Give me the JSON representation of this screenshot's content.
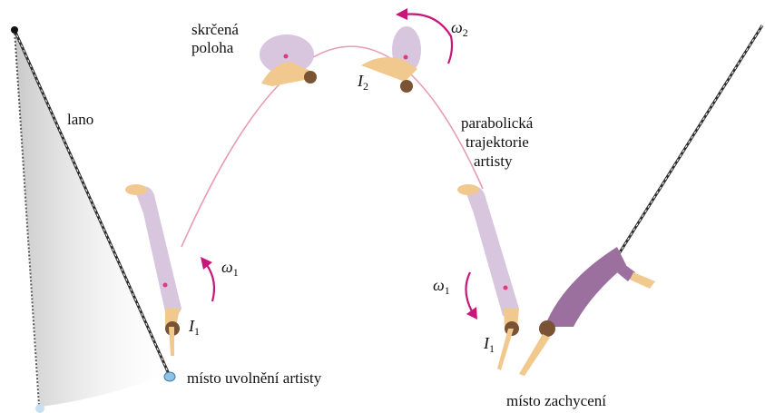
{
  "labels": {
    "tucked_position": [
      "skrčená",
      "poloha"
    ],
    "rope": "lano",
    "trajectory": [
      "parabolická",
      "trajektorie",
      "artisty"
    ],
    "release_point": "místo uvolnění artisty",
    "catch_point": "místo zachycení"
  },
  "symbols": {
    "omega": "ω",
    "inertia": "I",
    "sub_1": "1",
    "sub_2": "2"
  },
  "colors": {
    "trajectory": "#e79bb5",
    "arrow": "#c8167a",
    "body_light": "#d8c6df",
    "body_dark": "#9b6f9e",
    "skin": "#f1c98f",
    "hair": "#7a5234",
    "rope": "#2d2d2d",
    "handle": "#8cc4e8",
    "shadow": "#d9d9d9"
  }
}
